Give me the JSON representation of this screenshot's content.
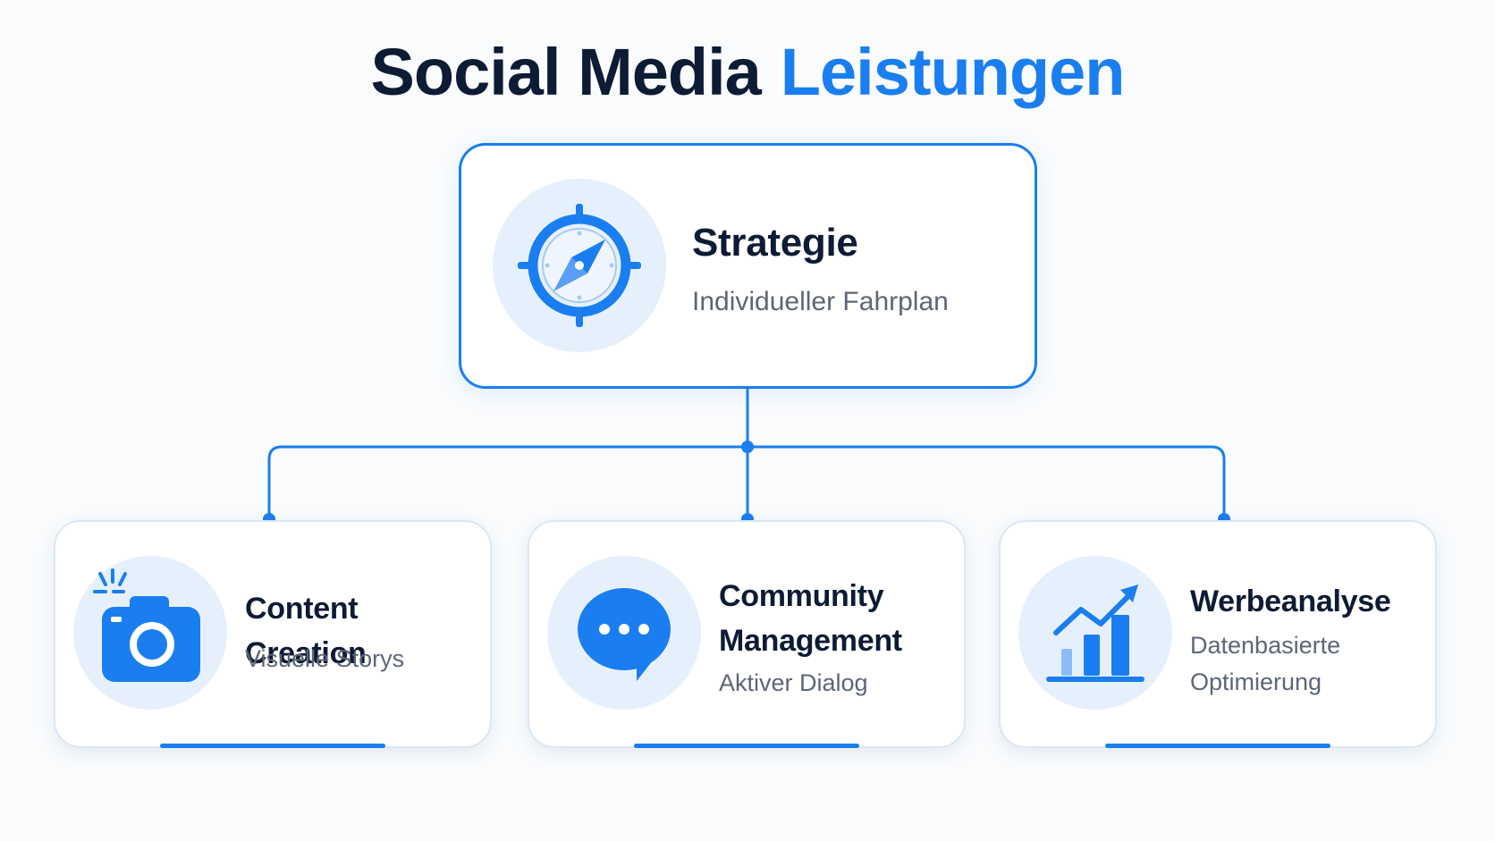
{
  "title": {
    "part1": "Social Media",
    "part2": "Leistungen"
  },
  "colors": {
    "accent": "#1a7ef0",
    "dark": "#0d1b34",
    "muted": "#5d6677",
    "icon_bg": "#e6f0fc"
  },
  "root": {
    "icon": "compass-icon",
    "label": "Strategie",
    "sublabel": "Individueller Fahrplan"
  },
  "children": [
    {
      "icon": "camera-icon",
      "label": "Content Creation",
      "sublabel": "Visuelle Storys"
    },
    {
      "icon": "chat-bubble-icon",
      "label": "Community Management",
      "sublabel": "Aktiver Dialog"
    },
    {
      "icon": "bar-chart-icon",
      "label": "Werbeanalyse",
      "sublabel": "Datenbasierte Optimierung"
    }
  ]
}
